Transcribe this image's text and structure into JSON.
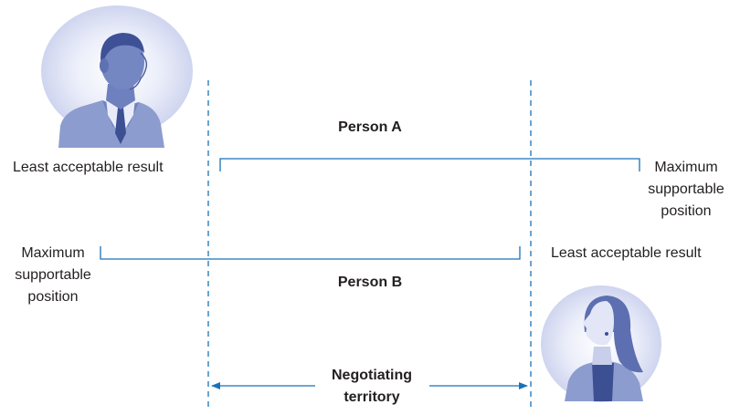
{
  "person_a": {
    "name": "Person A",
    "least_acceptable": "Least acceptable result",
    "maximum_supportable": [
      "Maximum",
      "supportable",
      "position"
    ]
  },
  "person_b": {
    "name": "Person B",
    "least_acceptable": "Least acceptable result",
    "maximum_supportable": [
      "Maximum",
      "supportable",
      "position"
    ]
  },
  "territory": {
    "label": [
      "Negotiating",
      "territory"
    ]
  },
  "colors": {
    "line": "#1a72b8",
    "text": "#231f20",
    "portrait_glow": "#cfd5ef",
    "figure": "#7d8fc4",
    "figure_dark": "#4b5ea1"
  }
}
